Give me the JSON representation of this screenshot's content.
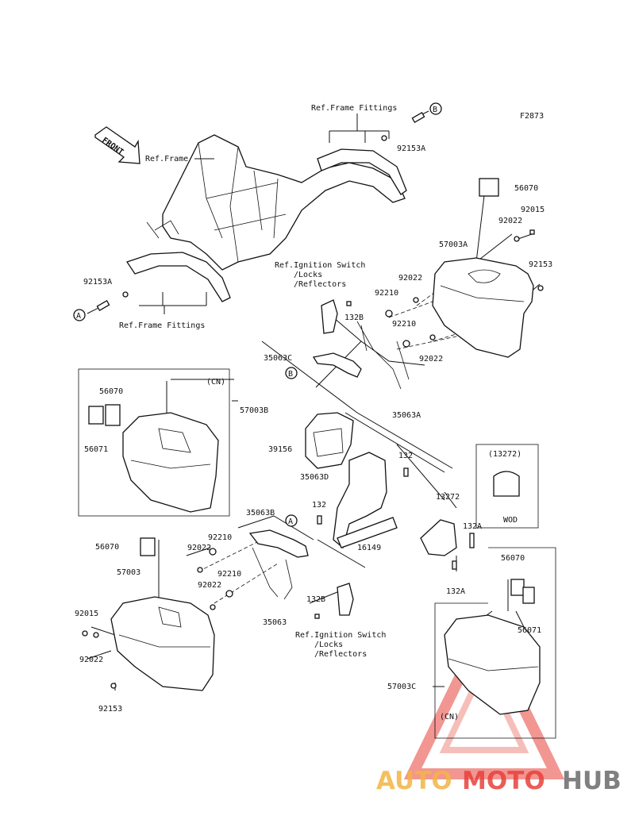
{
  "figure_code": "F2873",
  "front_label": "FRONT",
  "circle_refs": [
    "A",
    "B"
  ],
  "ref_labels": {
    "frame_fittings_top": "Ref.Frame Fittings",
    "frame": "Ref.Frame",
    "frame_fittings_left": "Ref.Frame Fittings",
    "ignition_top": [
      "Ref.Ignition Switch",
      "/Locks",
      "/Reflectors"
    ],
    "ignition_bottom": [
      "Ref.Ignition Switch",
      "/Locks",
      "/Reflectors"
    ]
  },
  "parts": {
    "p92153A_top": "92153A",
    "p92153A_left": "92153A",
    "p56070_right": "56070",
    "p92015_right": "92015",
    "p92022_right": "92022",
    "p57003A": "57003A",
    "p92153_right": "92153",
    "p92022_mid": "92022",
    "p92210_mid": "92210",
    "p132B_top": "132B",
    "p92210_mid2": "92210",
    "p92022_mid2": "92022",
    "p35063C": "35063C",
    "p35063A": "35063A",
    "cn_top": "(CN)",
    "p56070_cn": "56070",
    "p57003B": "57003B",
    "p56071_cn": "56071",
    "p39156": "39156",
    "p132": "132",
    "p35063D": "35063D",
    "p132_left": "132",
    "p13272": "13272",
    "p132A_right": "132A",
    "p132A_bottom": "132A",
    "p16149": "16149",
    "p35063B": "35063B",
    "wod_code": "(13272)",
    "wod_label": "WOD",
    "p56070_left": "56070",
    "p92022_left": "92022",
    "p92210_left": "92210",
    "p57003": "57003",
    "p92210_left2": "92210",
    "p92022_left2": "92022",
    "p35063": "35063",
    "p132B_bottom": "132B",
    "p92015_left": "92015",
    "p92022_left3": "92022",
    "p92153_left": "92153",
    "p56070_cn2": "56070",
    "p56071_cn2": "56071",
    "p57003C": "57003C",
    "cn_bottom": "(CN)"
  },
  "watermark": {
    "part1": "AUTO",
    "part2": "MOTO",
    "part3": "HUB"
  },
  "colors": {
    "line": "#111111",
    "watermark_orange": "#f2b544",
    "watermark_red": "#e8413a",
    "watermark_gray": "#6b6b6b"
  }
}
